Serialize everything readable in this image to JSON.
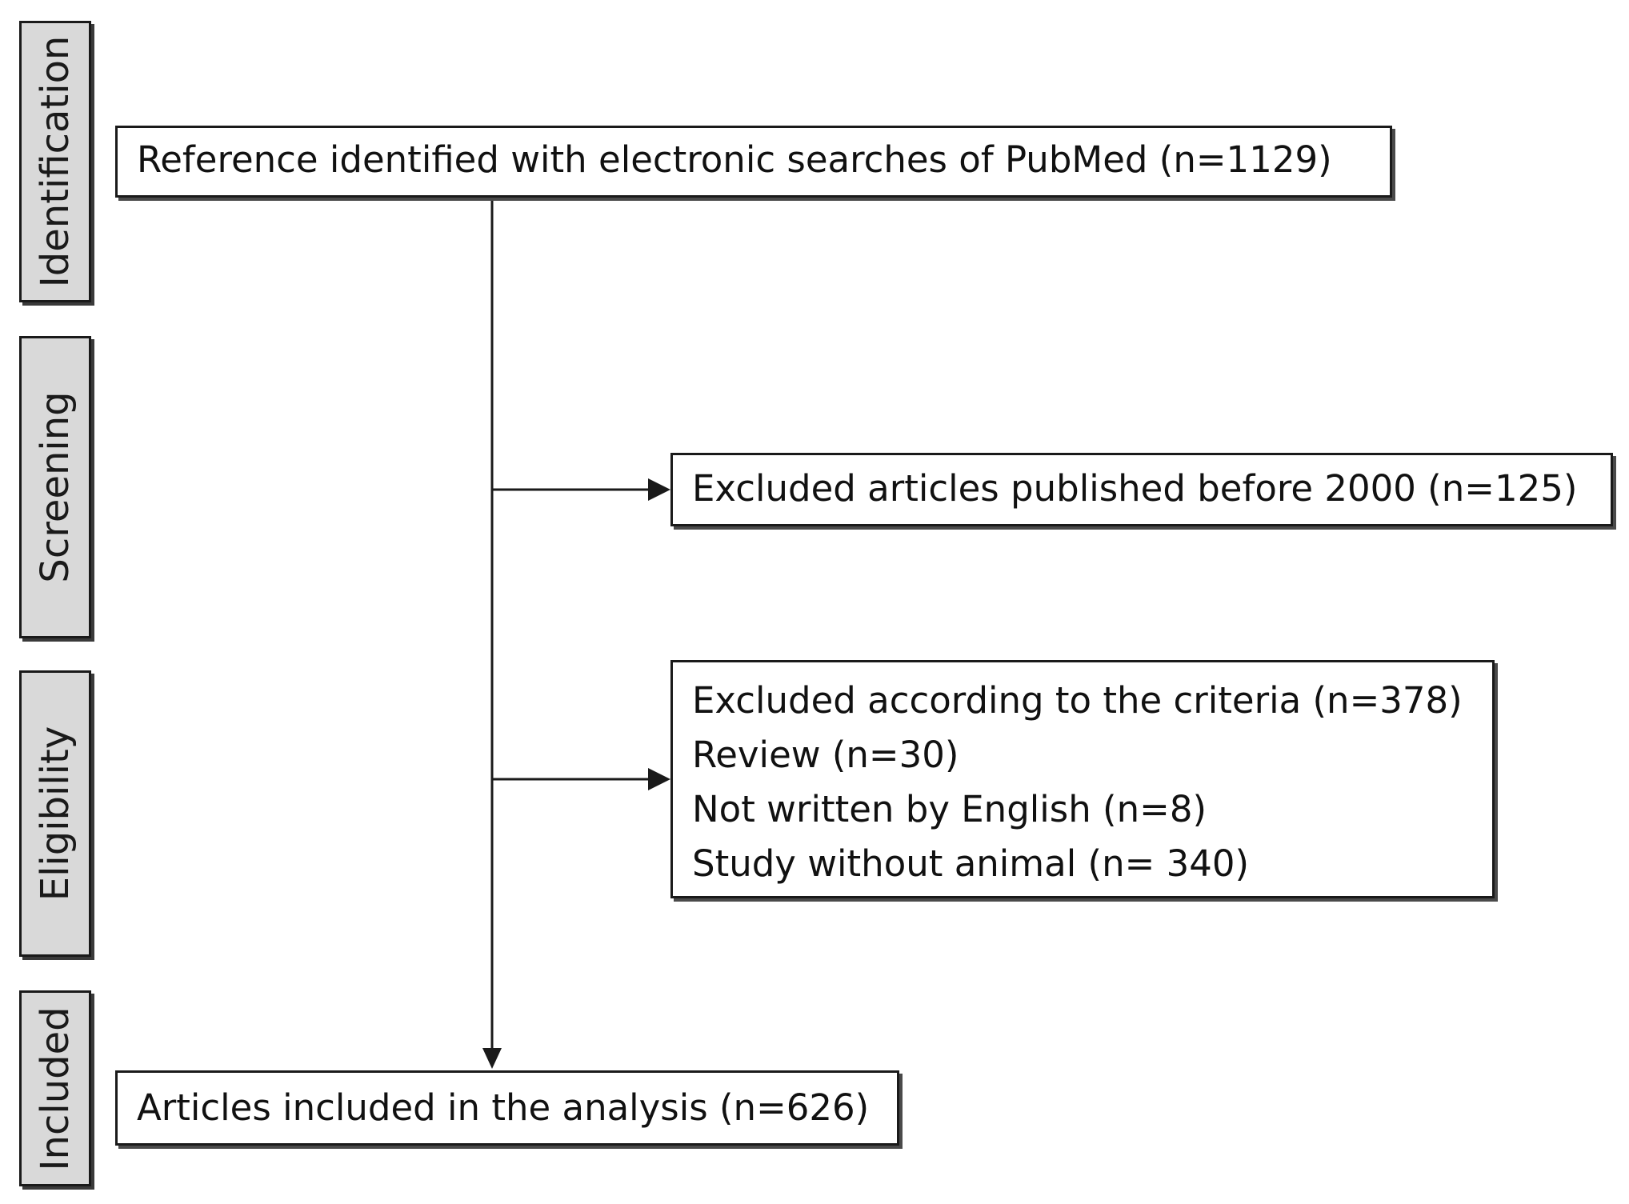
{
  "stages": {
    "identification": "Identification",
    "screening": "Screening",
    "eligibility": "Eligibility",
    "included": "Included"
  },
  "boxes": {
    "identified": "Reference identified with electronic searches of PubMed (n=1129)",
    "excluded_date": "Excluded articles published before 2000 (n=125)",
    "excluded_criteria": {
      "lines": [
        "Excluded according to the criteria (n=378)",
        "Review (n=30)",
        "Not written by English (n=8)",
        "Study without animal (n= 340)"
      ]
    },
    "included": "Articles included in the analysis (n=626)"
  },
  "colors": {
    "stage_fill": "#d9d9d9",
    "line": "#1a1a1a",
    "shadow": "#4a4a4a"
  }
}
